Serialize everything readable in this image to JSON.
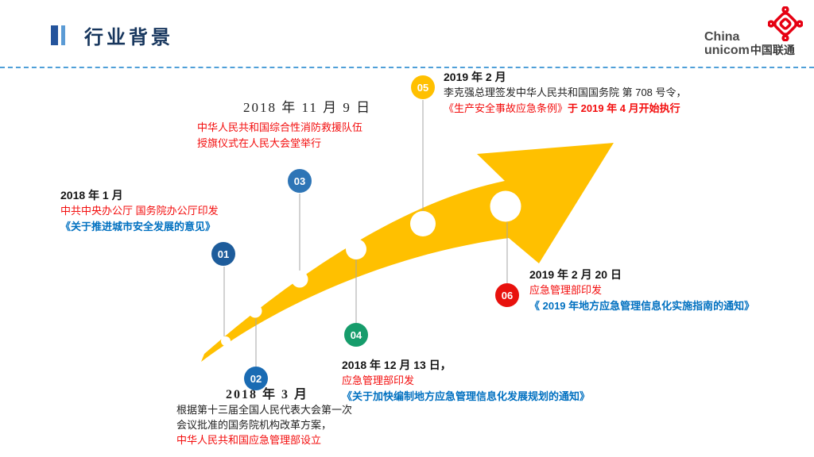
{
  "header": {
    "title": "行业背景",
    "logo": {
      "china": "China",
      "unicom": "unicom",
      "cn": "中国联通"
    }
  },
  "milestones": [
    {
      "num": "01",
      "date": "2018 年 1 月",
      "lines": [
        "中共中央办公厅 国务院办公厅印发",
        "《关于推进城市安全发展的意见》"
      ]
    },
    {
      "num": "02",
      "date": "2018 年 3 月",
      "lines": [
        "根据第十三届全国人民代表大会第一次",
        "会议批准的国务院机构改革方案，",
        "中华人民共和国应急管理部设立"
      ]
    },
    {
      "num": "03",
      "date": "2018 年 11 月 9 日",
      "lines": [
        "中华人民共和国综合性消防救援队伍",
        "授旗仪式在人民大会堂举行"
      ]
    },
    {
      "num": "04",
      "date": "2018 年 12 月 13 日，",
      "lines": [
        "应急管理部印发",
        "《关于加快编制地方应急管理信息化发展规划的通知》"
      ]
    },
    {
      "num": "05",
      "date": "2019 年 2 月",
      "lines": [
        "李克强总理签发中华人民共和国国务院 第 708 号令，"
      ],
      "highlight_prefix": "《生产安全事故应急条例》",
      "highlight_bold": "于 2019 年 4 月开始执行"
    },
    {
      "num": "06",
      "date": "2019 年 2 月 20 日",
      "lines": [
        "应急管理部印发",
        "《 2019 年地方应急管理信息化实施指南的通知》"
      ]
    }
  ],
  "colors": {
    "title_navy": "#17365d",
    "accent_blue": "#2e75b6",
    "dashed_line_blue": "#4f9fd8",
    "arrow_yellow": "#ffc000",
    "red_text": "#f30d0d",
    "blue_text": "#0070c0",
    "green_badge": "#169c6b",
    "red_badge": "#e8110d",
    "unicom_red": "#e60012"
  }
}
